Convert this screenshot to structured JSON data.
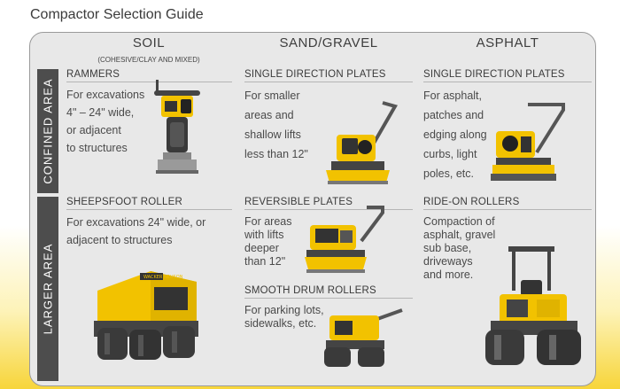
{
  "title": "Compactor Selection Guide",
  "columns": [
    {
      "label": "SOIL",
      "sublabel": "(COHESIVE/CLAY AND MIXED)"
    },
    {
      "label": "SAND/GRAVEL"
    },
    {
      "label": "ASPHALT"
    }
  ],
  "rows": [
    {
      "label": "CONFINED AREA"
    },
    {
      "label": "LARGER AREA"
    }
  ],
  "cells": {
    "rammers": {
      "title": "RAMMERS",
      "lines": [
        "For excavations",
        "4\" – 24\" wide,",
        "or adjacent",
        "to structures"
      ]
    },
    "single_plates_sand": {
      "title": "SINGLE DIRECTION PLATES",
      "lines": [
        "For smaller",
        "areas and",
        "shallow lifts",
        "less than 12\""
      ]
    },
    "single_plates_asphalt": {
      "title": "SINGLE DIRECTION PLATES",
      "lines": [
        "For asphalt,",
        "patches and",
        "edging along",
        "curbs, light",
        "poles, etc."
      ]
    },
    "sheepsfoot": {
      "title": "SHEEPSFOOT ROLLER",
      "lines": [
        "For excavations 24\" wide, or",
        "adjacent to structures"
      ]
    },
    "reversible_plates": {
      "title": "REVERSIBLE PLATES",
      "lines": [
        "For areas",
        "with lifts",
        "deeper",
        "than 12\""
      ]
    },
    "smooth_drum": {
      "title": "SMOOTH DRUM ROLLERS",
      "lines": [
        "For parking lots,",
        "sidewalks, etc."
      ]
    },
    "ride_on": {
      "title": "RIDE-ON ROLLERS",
      "lines": [
        "Compaction of",
        "asphalt, gravel",
        "sub base,",
        "driveways",
        "and more."
      ]
    }
  },
  "colors": {
    "machine_yellow": "#f2c200",
    "machine_dark": "#3a3a3a",
    "sidebar": "#4d4d4d"
  },
  "machine_brand": "WACKER NEUSON"
}
